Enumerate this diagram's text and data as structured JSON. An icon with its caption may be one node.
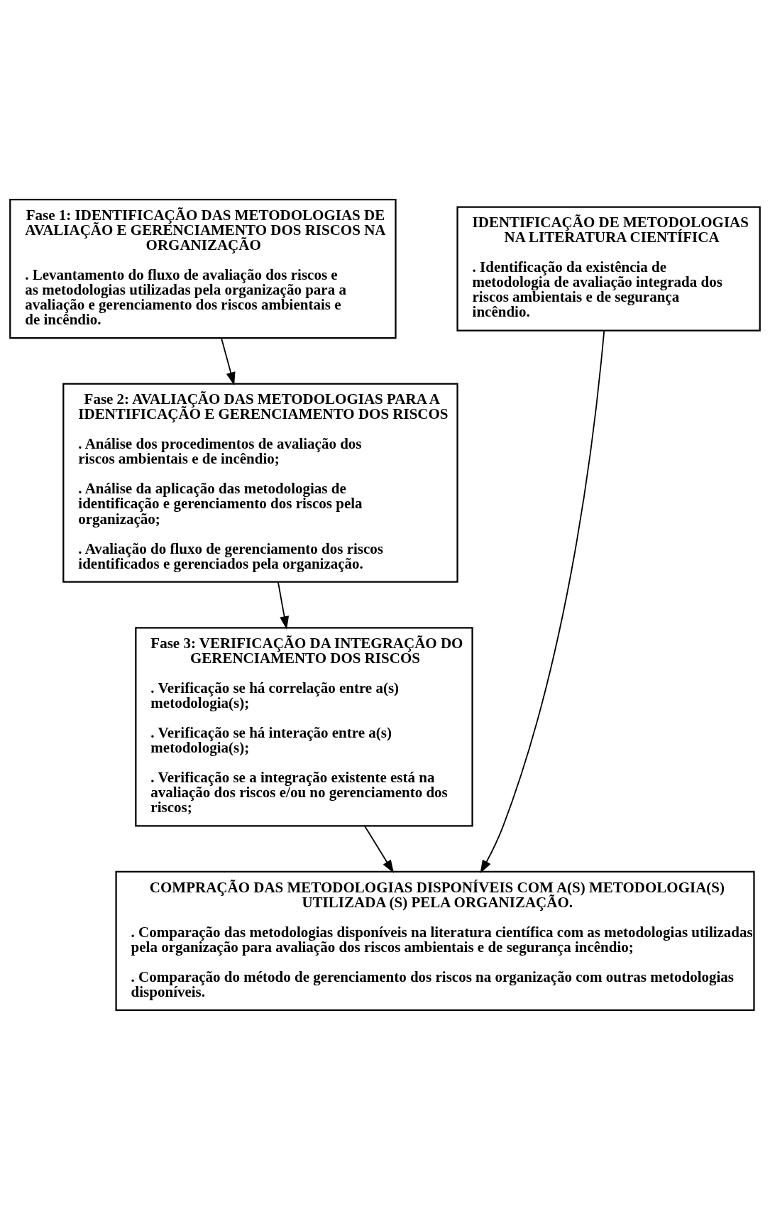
{
  "diagram": {
    "nodes": [
      {
        "text": [
          "Fase 1: IDENTIFICAÇÃO DAS METODOLOGIAS DE AVALIAÇÃO E GERENCIAMENTO DOS RISCOS NA ORGANIZAÇÃO",
          ". Levantamento do fluxo de avaliação dos riscos e as metodologias utilizadas pela organização para a avaliação e gerenciamento dos riscos ambientais e de incêndio."
        ]
      },
      {
        "text": [
          "IDENTIFICAÇÃO DE METODOLOGIAS NA LITERATURA CIENTÍFICA",
          ". Identificação da existência de metodologia de avaliação integrada dos riscos ambientais e de segurança incêndio."
        ]
      },
      {
        "text": [
          "Fase 2: AVALIAÇÃO DAS METODOLOGIAS PARA A IDENTIFICAÇÃO E GERENCIAMENTO DOS RISCOS",
          ". Análise dos procedimentos de avaliação dos riscos ambientais e de incêndio;",
          ". Análise da aplicação das metodologias de identificação e gerenciamento dos riscos pela organização;",
          ". Avaliação do fluxo de gerenciamento dos riscos identificados e gerenciados pela organização."
        ]
      },
      {
        "text": [
          "Fase 3: VERIFICAÇÃO DA INTEGRAÇÃO DO GERENCIAMENTO DOS RISCOS",
          ". Verificação se há correlação entre a(s) metodologia(s);",
          ". Verificação se há interação entre a(s) metodologia(s);",
          ". Verificação se a integração existente está na avaliação dos riscos e/ou no gerenciamento dos riscos;"
        ]
      },
      {
        "text": [
          "COMPRAÇÃO DAS METODOLOGIAS DISPONÍVEIS COM A(S) METODOLOGIA(S) UTILIZADA (S) PELA ORGANIZAÇÃO.",
          ". Comparação das metodologias disponíveis na literatura científica com as metodologias utilizadas pela organização para avaliação dos riscos ambientais e de segurança incêndio;",
          ". Comparação do método de gerenciamento dos riscos na organização com outras metodologias disponíveis."
        ]
      }
    ],
    "edges": [
      {
        "from": 0,
        "to": 2,
        "arrow": "to"
      },
      {
        "from": 2,
        "to": 3,
        "arrow": "to"
      },
      {
        "from": 3,
        "to": 4,
        "arrow": "to"
      },
      {
        "from": 1,
        "to": 4,
        "arrow": "to"
      }
    ]
  }
}
